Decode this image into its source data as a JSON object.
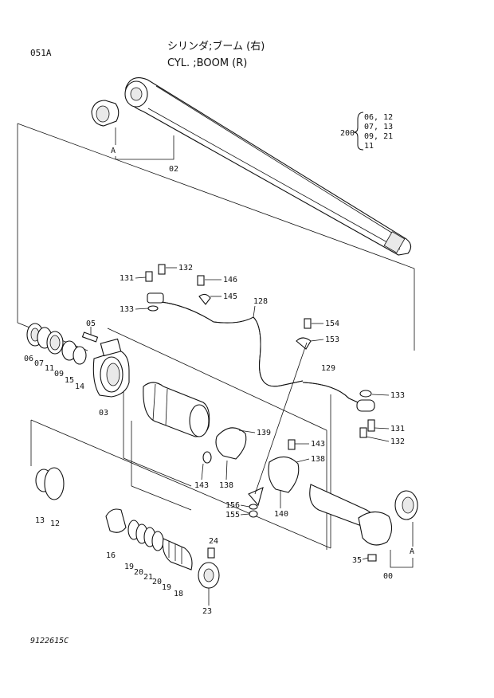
{
  "header": {
    "page_code": "051A",
    "title_jp": "シリンダ;ブーム (右)",
    "title_en": "CYL. ;BOOM (R)"
  },
  "kit": {
    "number": "200",
    "items": [
      "06, 12",
      "07, 13",
      "09, 21",
      "11"
    ]
  },
  "view_marks": {
    "top": "A",
    "bottom": "A"
  },
  "part_labels": {
    "p02": "02",
    "p03": "03",
    "p05": "05",
    "p06": "06",
    "p07": "07",
    "p11": "11",
    "p09": "09",
    "p15": "15",
    "p14": "14",
    "p13": "13",
    "p12": "12",
    "p16": "16",
    "p19a": "19",
    "p20a": "20",
    "p21": "21",
    "p20b": "20",
    "p19b": "19",
    "p18": "18",
    "p24": "24",
    "p23": "23",
    "p35": "35",
    "p00": "00",
    "p128": "128",
    "p129": "129",
    "p131a": "131",
    "p132a": "132",
    "p133a": "133",
    "p146": "146",
    "p145": "145",
    "p154": "154",
    "p153": "153",
    "p133b": "133",
    "p131b": "131",
    "p132b": "132",
    "p139": "139",
    "p143a": "143",
    "p138a": "138",
    "p143b": "143",
    "p138b": "138",
    "p156": "156",
    "p155": "155",
    "p140": "140"
  },
  "footer": {
    "drawing_number": "9122615C"
  }
}
